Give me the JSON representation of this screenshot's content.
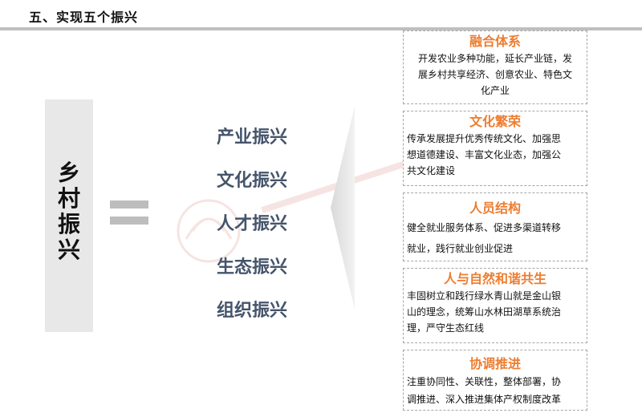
{
  "header": {
    "title": "五、实现五个振兴"
  },
  "left": {
    "village_chars": [
      "乡",
      "村",
      "振",
      "兴"
    ]
  },
  "revitalizations": [
    "产业振兴",
    "文化振兴",
    "人才振兴",
    "生态振兴",
    "组织振兴"
  ],
  "cards": [
    {
      "heading": "融合体系",
      "lines": [
        "开发农业多种功能，延长产业链，发",
        "展乡村共享经济、创意农业、特色文",
        "化产业"
      ]
    },
    {
      "heading": "文化繁荣",
      "lines": [
        "传承发展提升优秀传统文化、加强思",
        "想道德建设、丰富文化业态，加强公",
        "共文化建设"
      ]
    },
    {
      "heading": "人员结构",
      "lines": [
        "健全就业服务体系、促进多渠道转移",
        "就业，践行就业创业促进"
      ]
    },
    {
      "heading": "人与自然和谐共生",
      "lines": [
        "丰固树立和践行绿水青山就是金山银",
        "山的理念，统筹山水林田湖草系统治",
        "理，严守生态红线"
      ]
    },
    {
      "heading": "协调推进",
      "lines": [
        "注重协同性、关联性，整体部署，协",
        "调推进、深入推进集体产权制度改革"
      ]
    }
  ],
  "colors": {
    "accent": "#ed7d31",
    "slate": "#44546a",
    "gray": "#bdbdbd"
  }
}
